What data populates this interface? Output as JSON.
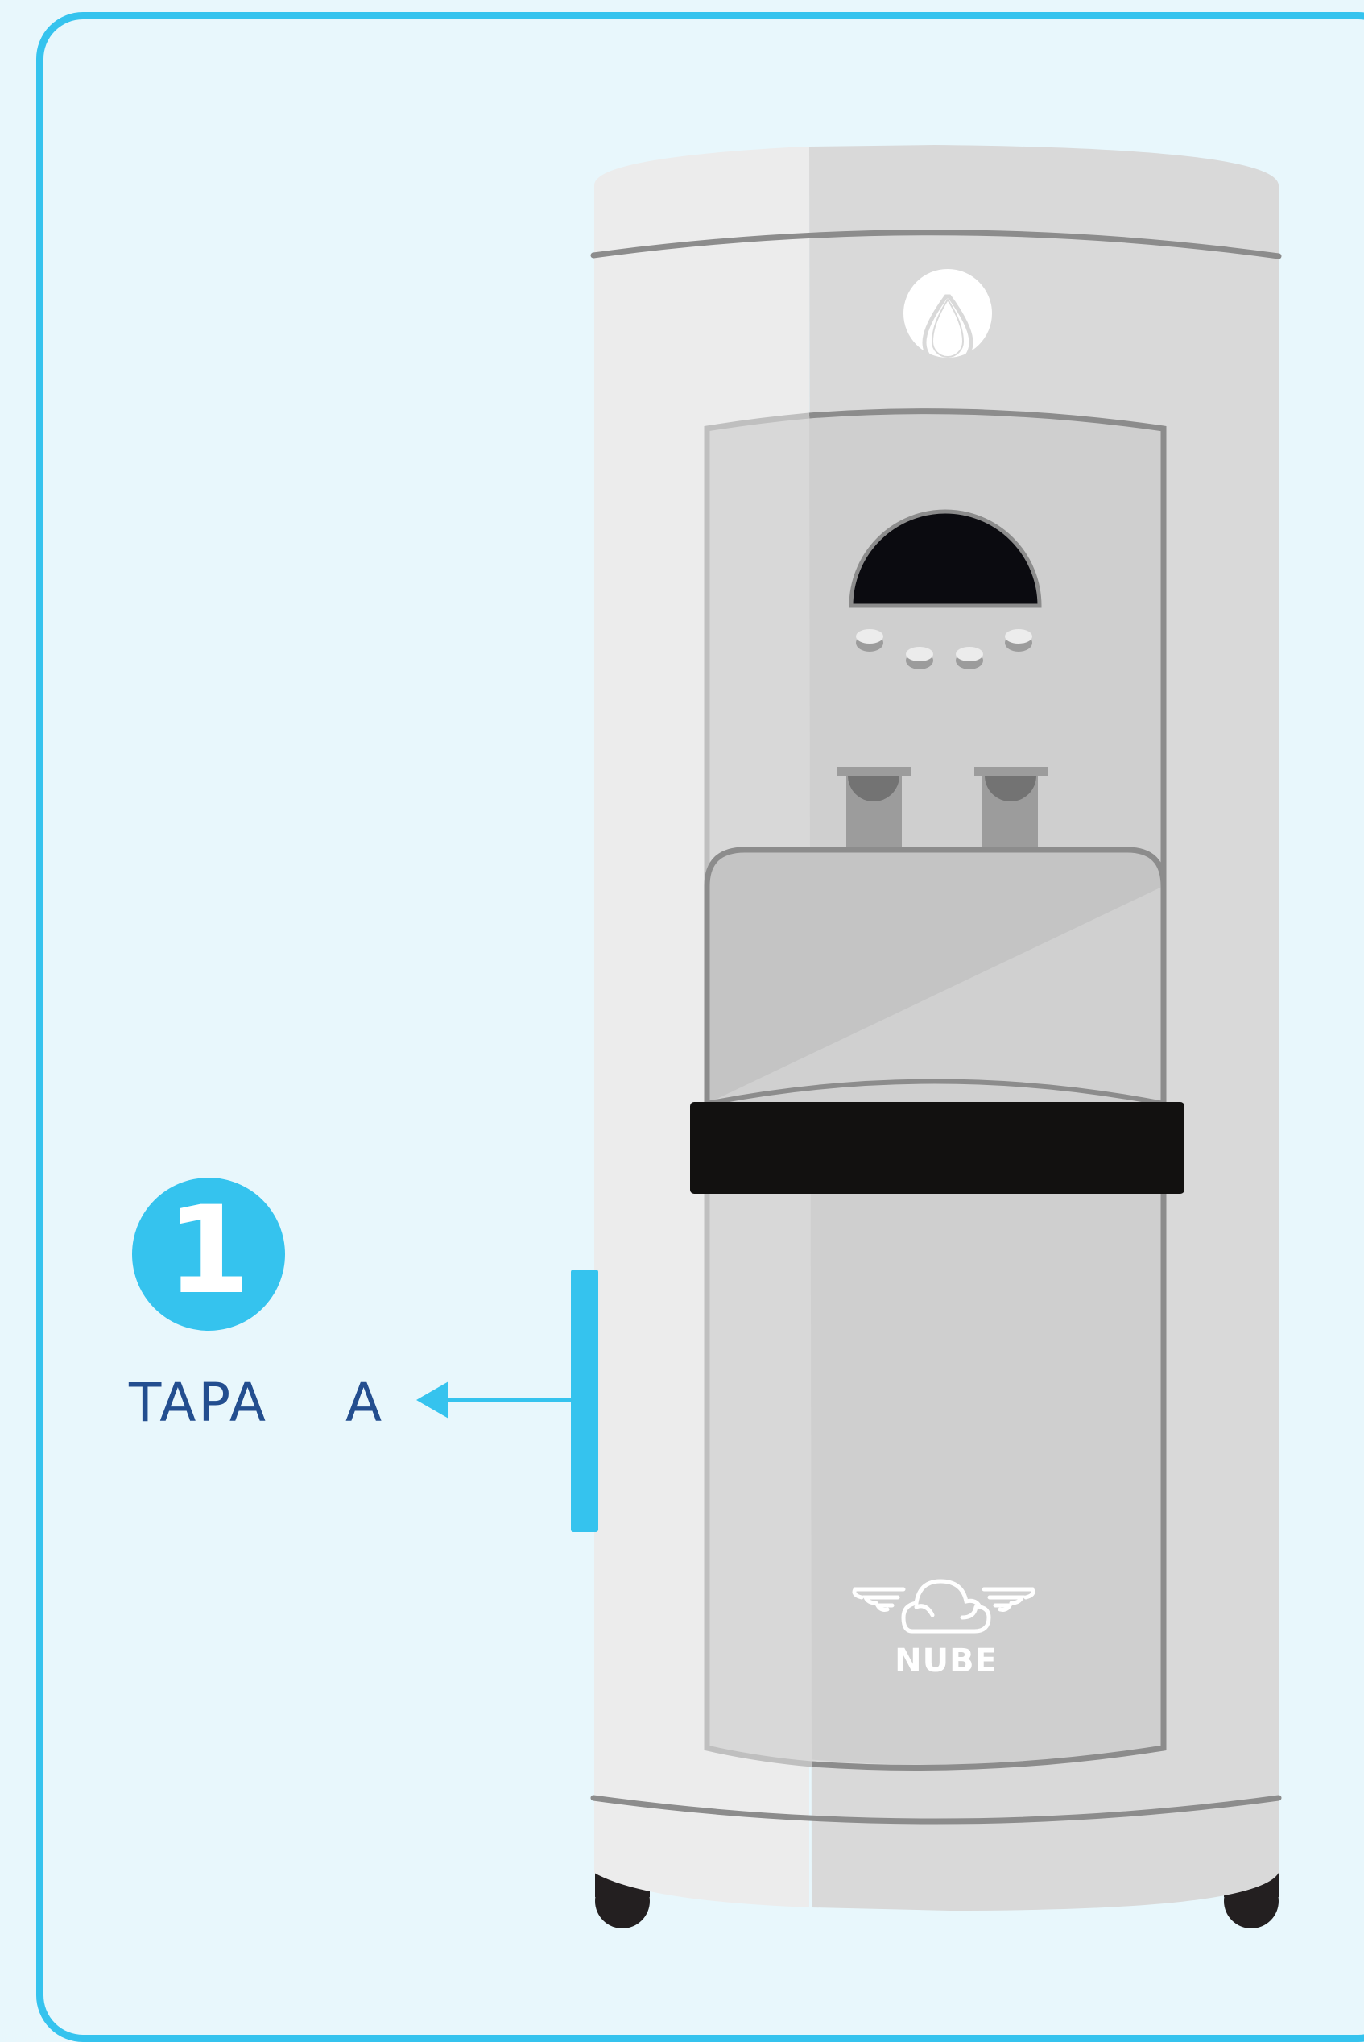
{
  "badge": {
    "number": "1"
  },
  "part_label": "TAPA    A",
  "logo": {
    "brand": "NUBE"
  },
  "colors": {
    "accent": "#35c3ee",
    "label_text": "#234e8f",
    "background": "#e8f7fc",
    "body_light": "#ececec",
    "body_shade": "#d9d9d9",
    "panel": "#cfcfcf",
    "trim": "#8c8c8c",
    "dark": "#121110"
  },
  "icons": [
    "water-drop-icon",
    "cloud-wings-logo-icon",
    "arrow-left-icon"
  ]
}
